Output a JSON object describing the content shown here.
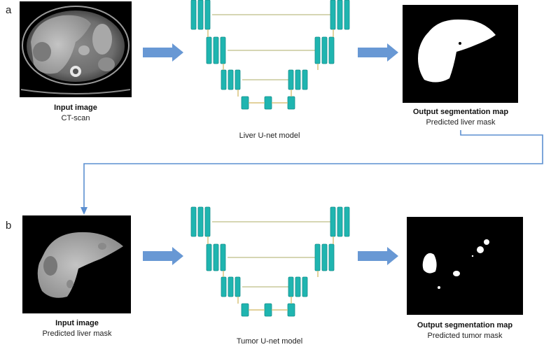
{
  "panels": [
    {
      "letter": "a",
      "input": {
        "title": "Input image",
        "subtitle": "CT-scan"
      },
      "model": {
        "caption": "Liver U-net model"
      },
      "output": {
        "title": "Output segmentation map",
        "subtitle": "Predicted liver mask"
      }
    },
    {
      "letter": "b",
      "input": {
        "title": "Input image",
        "subtitle": "Predicted liver mask"
      },
      "model": {
        "caption": "Tumor U-net model"
      },
      "output": {
        "title": "Output segmentation map",
        "subtitle": "Predicted tumor mask"
      }
    }
  ],
  "colors": {
    "block": "#1fb5b0",
    "block_stroke": "#16908c",
    "skip": "#c8c89a",
    "down": "#d8c27a",
    "arrow": "#5b8fd0",
    "connector": "#5b8fd0",
    "background": "#000000",
    "organ": "#ffffff"
  }
}
